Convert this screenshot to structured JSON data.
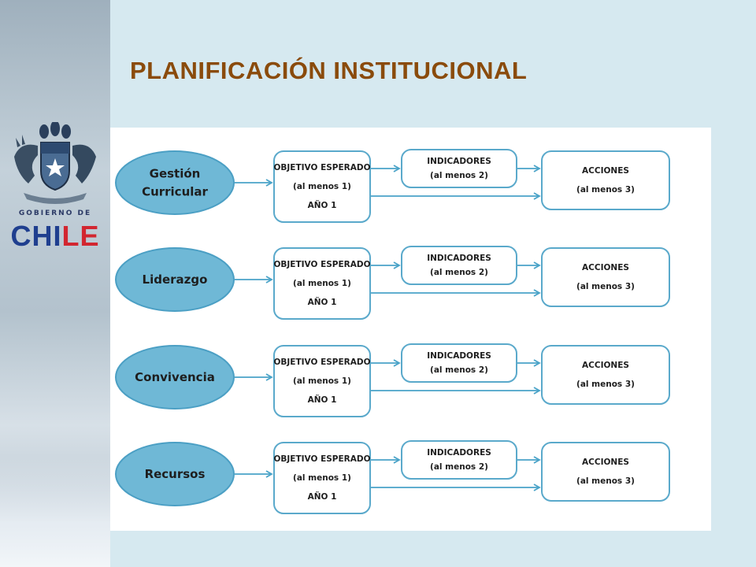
{
  "header": {
    "title": "PLANIFICACIÓN INSTITUCIONAL"
  },
  "branding": {
    "government_label": "GOBIERNO DE",
    "country_part1": "CHI",
    "country_part2": "LE"
  },
  "diagram": {
    "rows": [
      {
        "area_lines": [
          "Gestión",
          "Curricular"
        ],
        "objective_lines": [
          "OBJETIVO ESPERADO",
          "(al menos 1)",
          "AÑO 1"
        ],
        "indicators_lines": [
          "INDICADORES",
          "(al menos 2)"
        ],
        "actions_lines": [
          "ACCIONES",
          "(al menos 3)"
        ]
      },
      {
        "area_lines": [
          "Liderazgo"
        ],
        "objective_lines": [
          "OBJETIVO ESPERADO",
          "(al menos 1)",
          "AÑO 1"
        ],
        "indicators_lines": [
          "INDICADORES",
          "(al menos 2)"
        ],
        "actions_lines": [
          "ACCIONES",
          "(al menos 3)"
        ]
      },
      {
        "area_lines": [
          "Convivencia"
        ],
        "objective_lines": [
          "OBJETIVO ESPERADO",
          "(al menos 1)",
          "AÑO 1"
        ],
        "indicators_lines": [
          "INDICADORES",
          "(al menos 2)"
        ],
        "actions_lines": [
          "ACCIONES",
          "(al menos 3)"
        ]
      },
      {
        "area_lines": [
          "Recursos"
        ],
        "objective_lines": [
          "OBJETIVO ESPERADO",
          "(al menos 1)",
          "AÑO 1"
        ],
        "indicators_lines": [
          "INDICADORES",
          "(al menos 2)"
        ],
        "actions_lines": [
          "ACCIONES",
          "(al menos 3)"
        ]
      }
    ]
  },
  "colors": {
    "title": "#8a4b0c",
    "ellipse_fill": "#6fb8d6",
    "box_border": "#5aa9cb",
    "arrow": "#4aa3c8"
  }
}
